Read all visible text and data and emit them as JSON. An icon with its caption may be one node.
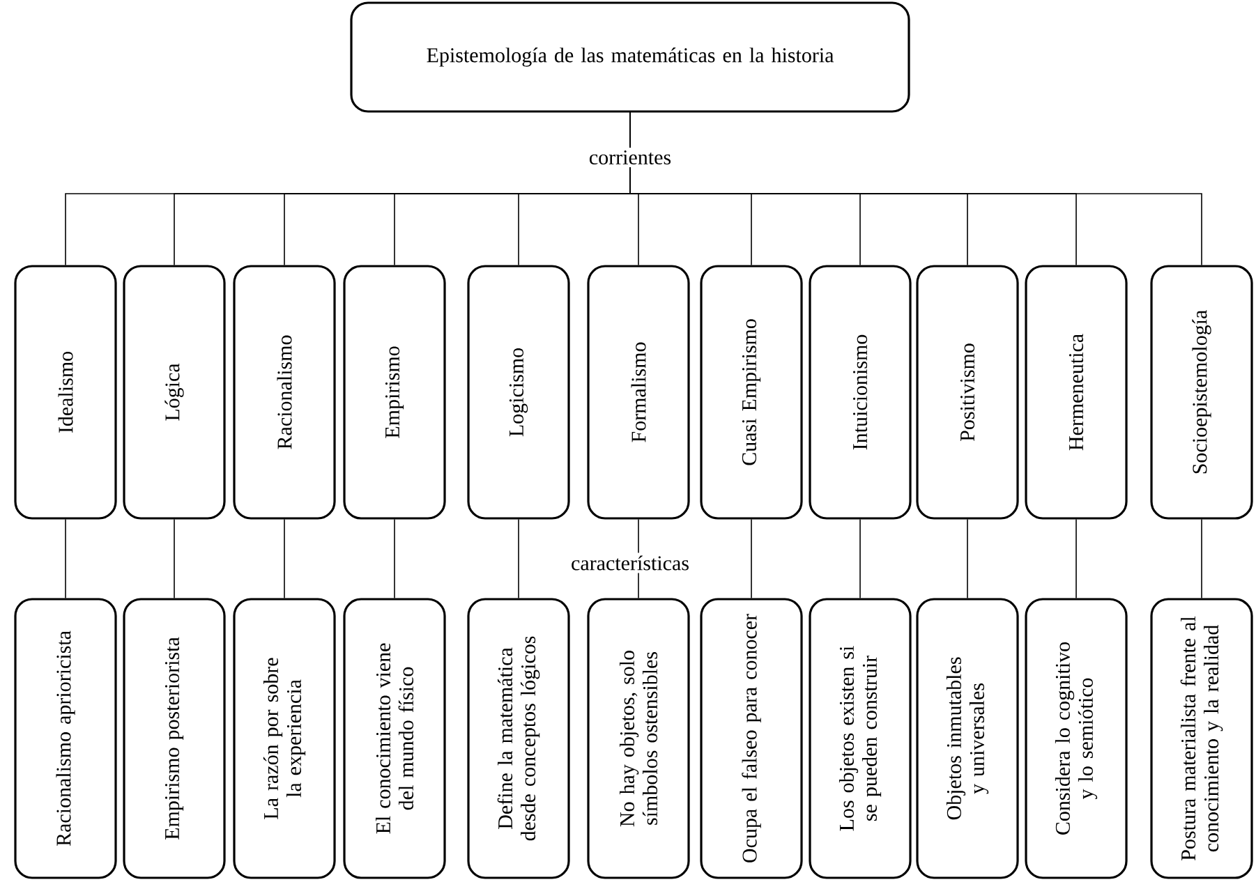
{
  "diagram": {
    "nodes": [
      {
        "text": [
          "Epistemología de las matemáticas en la historia"
        ]
      },
      {
        "text": [
          "Idealismo"
        ]
      },
      {
        "text": [
          "Lógica"
        ]
      },
      {
        "text": [
          "Racionalismo"
        ]
      },
      {
        "text": [
          "Empirismo"
        ]
      },
      {
        "text": [
          "Logicismo"
        ]
      },
      {
        "text": [
          "Formalismo"
        ]
      },
      {
        "text": [
          "Cuasi Empirismo"
        ]
      },
      {
        "text": [
          "Intuicionismo"
        ]
      },
      {
        "text": [
          "Positivismo"
        ]
      },
      {
        "text": [
          "Hermeneutica"
        ]
      },
      {
        "text": [
          "Socioepistemología"
        ]
      },
      {
        "text": [
          "Racionalismo aprioricista"
        ]
      },
      {
        "text": [
          "Empirismo posteriorista"
        ]
      },
      {
        "text": [
          "La razón por sobre la experiencia"
        ]
      },
      {
        "text": [
          "El conocimiento viene del mundo físico"
        ]
      },
      {
        "text": [
          "Define la matemática desde conceptos lógicos"
        ]
      },
      {
        "text": [
          "No hay objetos, solo símbolos ostensibles"
        ]
      },
      {
        "text": [
          "Ocupa el falseo para conocer"
        ]
      },
      {
        "text": [
          "Los objetos existen si se pueden construir"
        ]
      },
      {
        "text": [
          "Objetos inmutables y universales"
        ]
      },
      {
        "text": [
          "Considera lo cognitivo y lo semiótico"
        ]
      },
      {
        "text": [
          "Postura materialista frente al conocimiento y la realidad"
        ]
      }
    ],
    "edges": [
      {
        "from": 0,
        "to": 1,
        "arrow": "none"
      },
      {
        "from": 0,
        "to": 2,
        "arrow": "none"
      },
      {
        "from": 0,
        "to": 3,
        "arrow": "none"
      },
      {
        "from": 0,
        "to": 4,
        "arrow": "none"
      },
      {
        "from": 0,
        "to": 5,
        "arrow": "none"
      },
      {
        "from": 0,
        "to": 6,
        "arrow": "none"
      },
      {
        "from": 0,
        "to": 7,
        "arrow": "none"
      },
      {
        "from": 0,
        "to": 8,
        "arrow": "none"
      },
      {
        "from": 0,
        "to": 9,
        "arrow": "none"
      },
      {
        "from": 0,
        "to": 10,
        "arrow": "none"
      },
      {
        "from": 0,
        "to": 11,
        "arrow": "none"
      },
      {
        "from": 1,
        "to": 12,
        "arrow": "none"
      },
      {
        "from": 2,
        "to": 13,
        "arrow": "none"
      },
      {
        "from": 3,
        "to": 14,
        "arrow": "none"
      },
      {
        "from": 4,
        "to": 15,
        "arrow": "none"
      },
      {
        "from": 5,
        "to": 16,
        "arrow": "none"
      },
      {
        "from": 6,
        "to": 17,
        "arrow": "none"
      },
      {
        "from": 7,
        "to": 18,
        "arrow": "none"
      },
      {
        "from": 8,
        "to": 19,
        "arrow": "none"
      },
      {
        "from": 9,
        "to": 20,
        "arrow": "none"
      },
      {
        "from": 10,
        "to": 21,
        "arrow": "none"
      },
      {
        "from": 11,
        "to": 22,
        "arrow": "none"
      }
    ],
    "labels": [
      "corrientes",
      "características"
    ]
  }
}
